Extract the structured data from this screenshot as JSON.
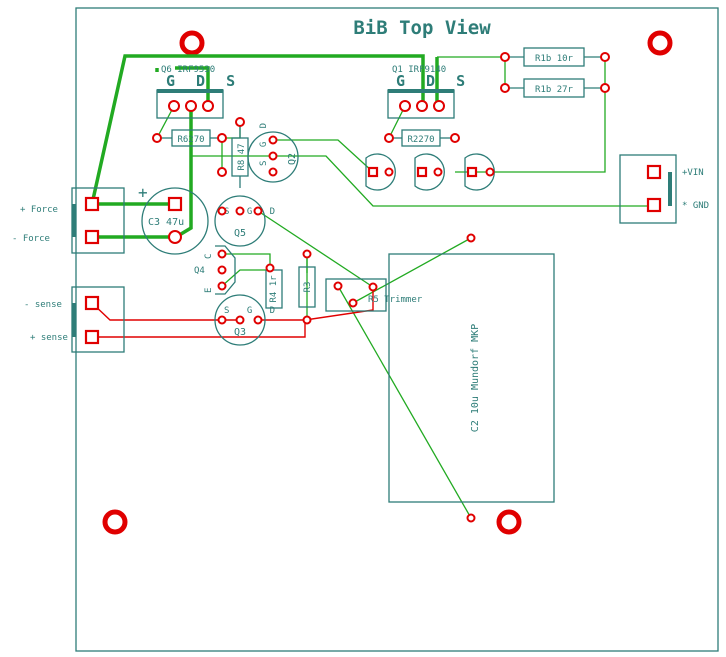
{
  "title": "BiB Top View",
  "components": {
    "q6_label": "Q6 IRF9530",
    "q6_pins": "G D S",
    "q1_label": "Q1 IRF9140",
    "q1_pins": "G D S",
    "r1b_top": "R1b 10r",
    "r1b_bottom": "R1b 27r",
    "r6": "R6270",
    "r2": "R2270",
    "r8": "R8 47",
    "q2": "Q2",
    "q2_pins": "S G D",
    "c3": "C3 47u",
    "c3_plus": "+",
    "q5": "Q5",
    "q5_pins": "S G D",
    "q4": "Q4",
    "q4_c": "C",
    "q4_e": "E",
    "r4": "R4 1r",
    "r3": "R3",
    "r5": "R5 Trimmer",
    "q3": "Q3",
    "q3_pins": "S G D",
    "c2": "C2 10u Mundorf MKP"
  },
  "connectors": {
    "force_plus": "+ Force",
    "force_minus": "- Force",
    "sense_minus": "- sense",
    "sense_plus": "+ sense",
    "vin": "+VIN",
    "gnd": "* GND"
  },
  "colors": {
    "silkscreen": "#2e7d78",
    "pads": "#e00000",
    "trace_top": "#22aa22",
    "trace_bottom": "#e00000"
  }
}
